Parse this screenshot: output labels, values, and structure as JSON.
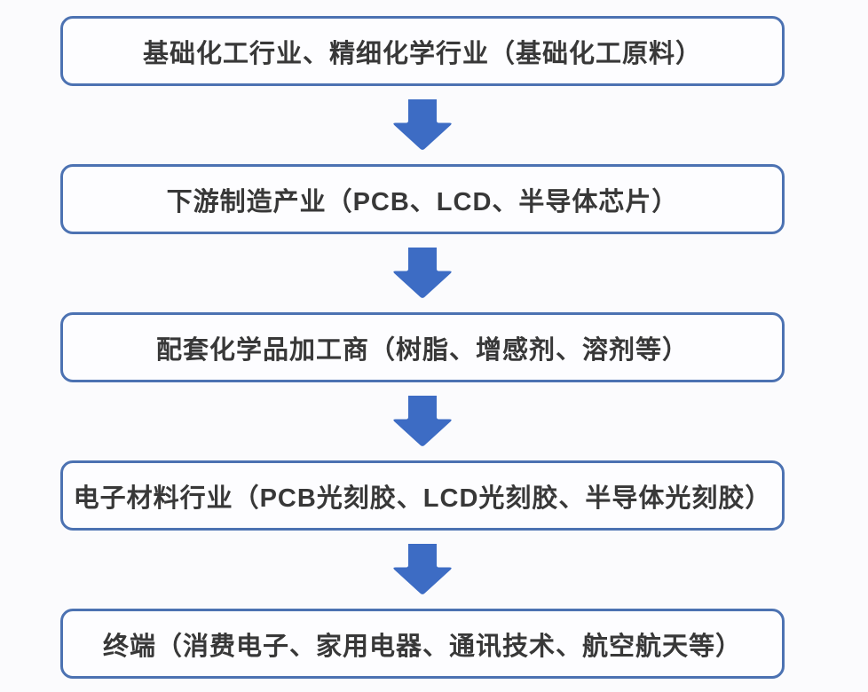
{
  "diagram": {
    "type": "vertical-flowchart",
    "nodes": [
      {
        "label": "基础化工行业、精细化学行业（基础化工原料）"
      },
      {
        "label": "下游制造产业（PCB、LCD、半导体芯片）"
      },
      {
        "label": "配套化学品加工商（树脂、增感剂、溶剂等）"
      },
      {
        "label": "电子材料行业（PCB光刻胶、LCD光刻胶、半导体光刻胶）"
      },
      {
        "label": "终端（消费电子、家用电器、通讯技术、航空航天等）"
      }
    ],
    "connectors": [
      {
        "icon": "down-arrow",
        "glyph": "⬇"
      },
      {
        "icon": "down-arrow",
        "glyph": "⬇"
      },
      {
        "icon": "down-arrow",
        "glyph": "⬇"
      },
      {
        "icon": "down-arrow",
        "glyph": "⬇"
      }
    ],
    "colors": {
      "background": "#fbfbfd",
      "box_fill": "#fdfdff",
      "box_border": "#4c72b2",
      "arrow_fill": "#3d6cc4",
      "text": "#383838"
    }
  }
}
